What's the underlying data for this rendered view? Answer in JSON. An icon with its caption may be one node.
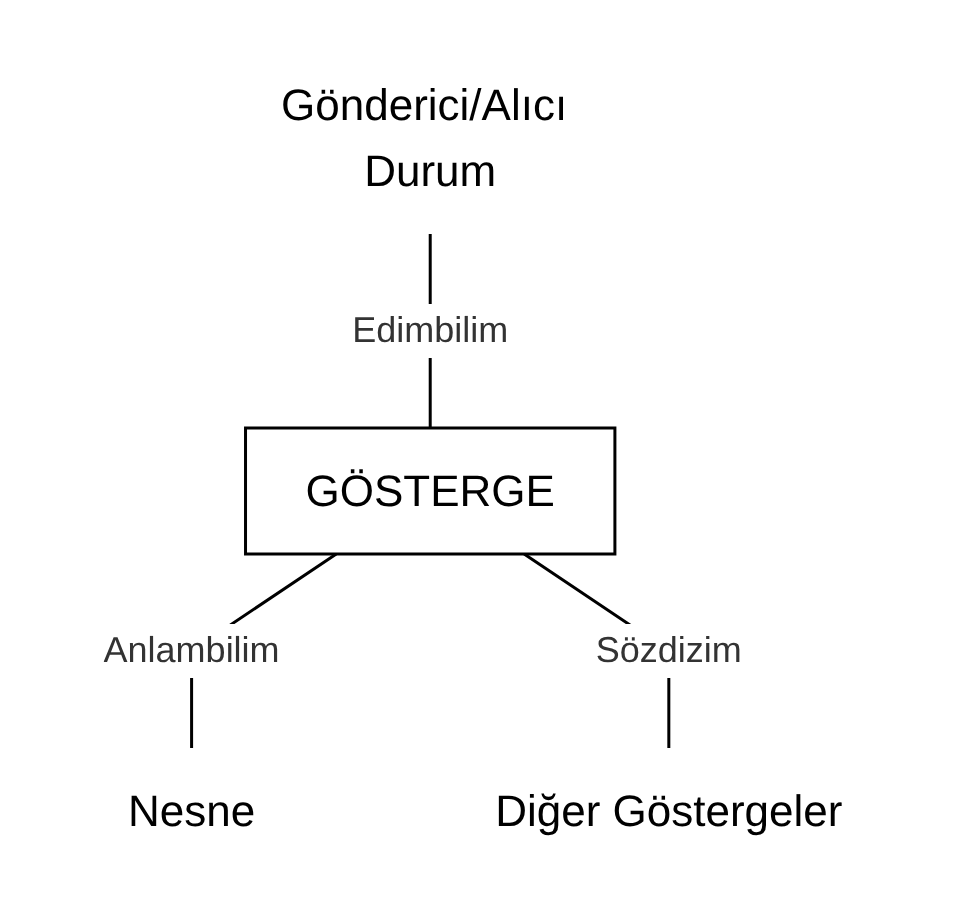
{
  "diagram": {
    "nodes": [
      {
        "text": [
          "Gönderici/Alıcı Durum"
        ]
      },
      {
        "text": [
          "GÖSTERGE"
        ]
      },
      {
        "text": [
          "Nesne"
        ]
      },
      {
        "text": [
          "Diğer Göstergeler"
        ]
      }
    ],
    "edges": [
      {
        "from": 0,
        "to": 1,
        "arrow": "none",
        "label": "Edimbilim"
      },
      {
        "from": 1,
        "to": 2,
        "arrow": "none",
        "label": "Anlambilim"
      },
      {
        "from": 1,
        "to": 3,
        "arrow": "none",
        "label": "Sözdizim"
      }
    ]
  }
}
